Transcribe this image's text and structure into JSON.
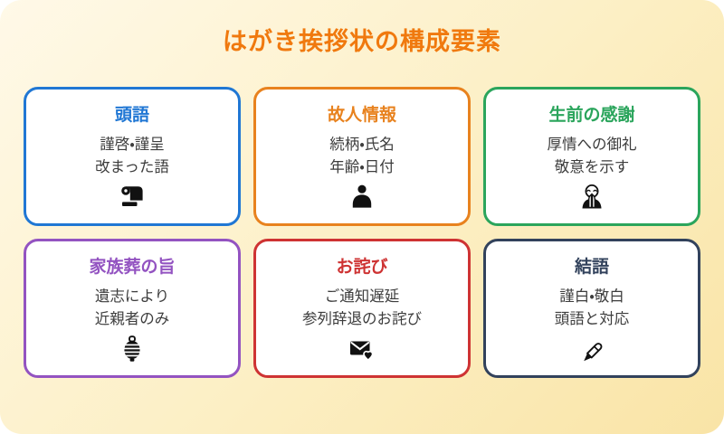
{
  "page": {
    "title": "はがき挨拶状の構成要素",
    "colors": {
      "title": "#F0790E",
      "bg_start": "#FFF9E8",
      "bg_end": "#F9E4A6",
      "card_bg": "#FFFFFF",
      "body_text": "#3D3D3D",
      "icon": "#111111"
    }
  },
  "cards": [
    {
      "title": "頭語",
      "line1": "謹啓・謹呈",
      "line2": "改まった語",
      "accent": "#2077D4",
      "icon": "scroll-icon"
    },
    {
      "title": "故人情報",
      "line1": "続柄・氏名",
      "line2": "年齢・日付",
      "accent": "#E8821E",
      "icon": "person-icon"
    },
    {
      "title": "生前の感謝",
      "line1": "厚情への御礼",
      "line2": "敬意を示す",
      "accent": "#2BA55C",
      "icon": "bowing-person-icon"
    },
    {
      "title": "家族葬の旨",
      "line1": "遺志により",
      "line2": "近親者のみ",
      "accent": "#9353C1",
      "icon": "lantern-icon"
    },
    {
      "title": "お詫び",
      "line1": "ご通知遅延",
      "line2": "参列辞退のお詫び",
      "accent": "#CE3333",
      "icon": "envelope-heart-icon"
    },
    {
      "title": "結語",
      "line1": "謹白・敬白",
      "line2": "頭語と対応",
      "accent": "#32425C",
      "icon": "pen-icon"
    }
  ]
}
